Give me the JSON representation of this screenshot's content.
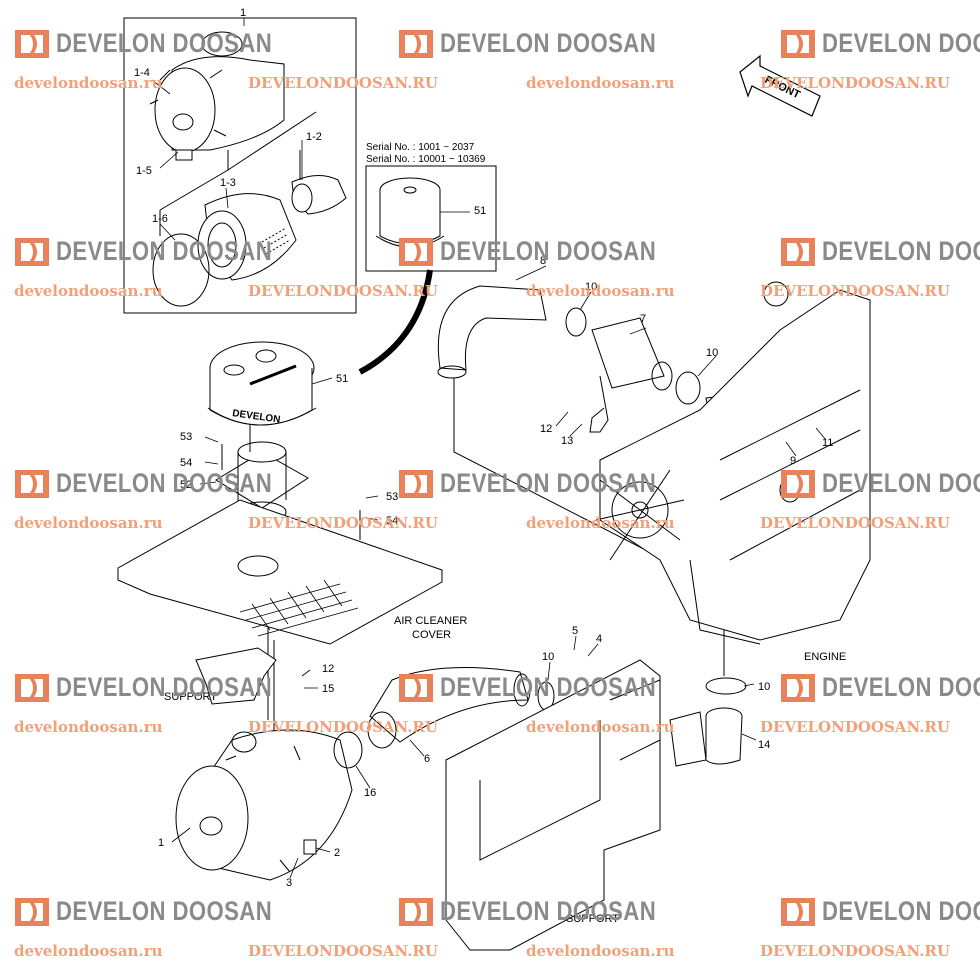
{
  "watermark": {
    "brand": "DEVELON DOOSAN",
    "url_lower": "develondoosan.ru",
    "url_upper": "DEVELONDOOSAN.RU"
  },
  "callouts": {
    "c1_top": "1",
    "c1_4": "1-4",
    "c1_5": "1-5",
    "c1_2": "1-2",
    "c1_3": "1-3",
    "c1_6": "1-6",
    "c51_inset": "51",
    "c51": "51",
    "c53a": "53",
    "c54a": "54",
    "c52": "52",
    "c53b": "53",
    "c54b": "54",
    "c8": "8",
    "c10a": "10",
    "c7": "7",
    "c10b": "10",
    "c12a": "12",
    "c13": "13",
    "c11": "11",
    "c9": "9",
    "c5": "5",
    "c4": "4",
    "c10c": "10",
    "c10d": "10",
    "c14": "14",
    "c12b": "12",
    "c15": "15",
    "c16": "16",
    "c6": "6",
    "c1_bottom": "1",
    "c2": "2",
    "c3": "3"
  },
  "serial": {
    "line1": "Serial No. : 1001 ~ 2037",
    "line2": "Serial No. : 10001 ~ 10369"
  },
  "labels": {
    "front": "FRONT",
    "air_cleaner_cover_1": "AIR CLEANER",
    "air_cleaner_cover_2": "COVER",
    "support_left": "SUPPORT",
    "support_bottom": "SUPPORT",
    "engine": "ENGINE",
    "cover_brand": "DEVELON"
  },
  "colors": {
    "watermark_brand": "#8a8a8a",
    "watermark_mark": "#e8825a",
    "watermark_url": "#f2a07a",
    "line": "#000000"
  }
}
